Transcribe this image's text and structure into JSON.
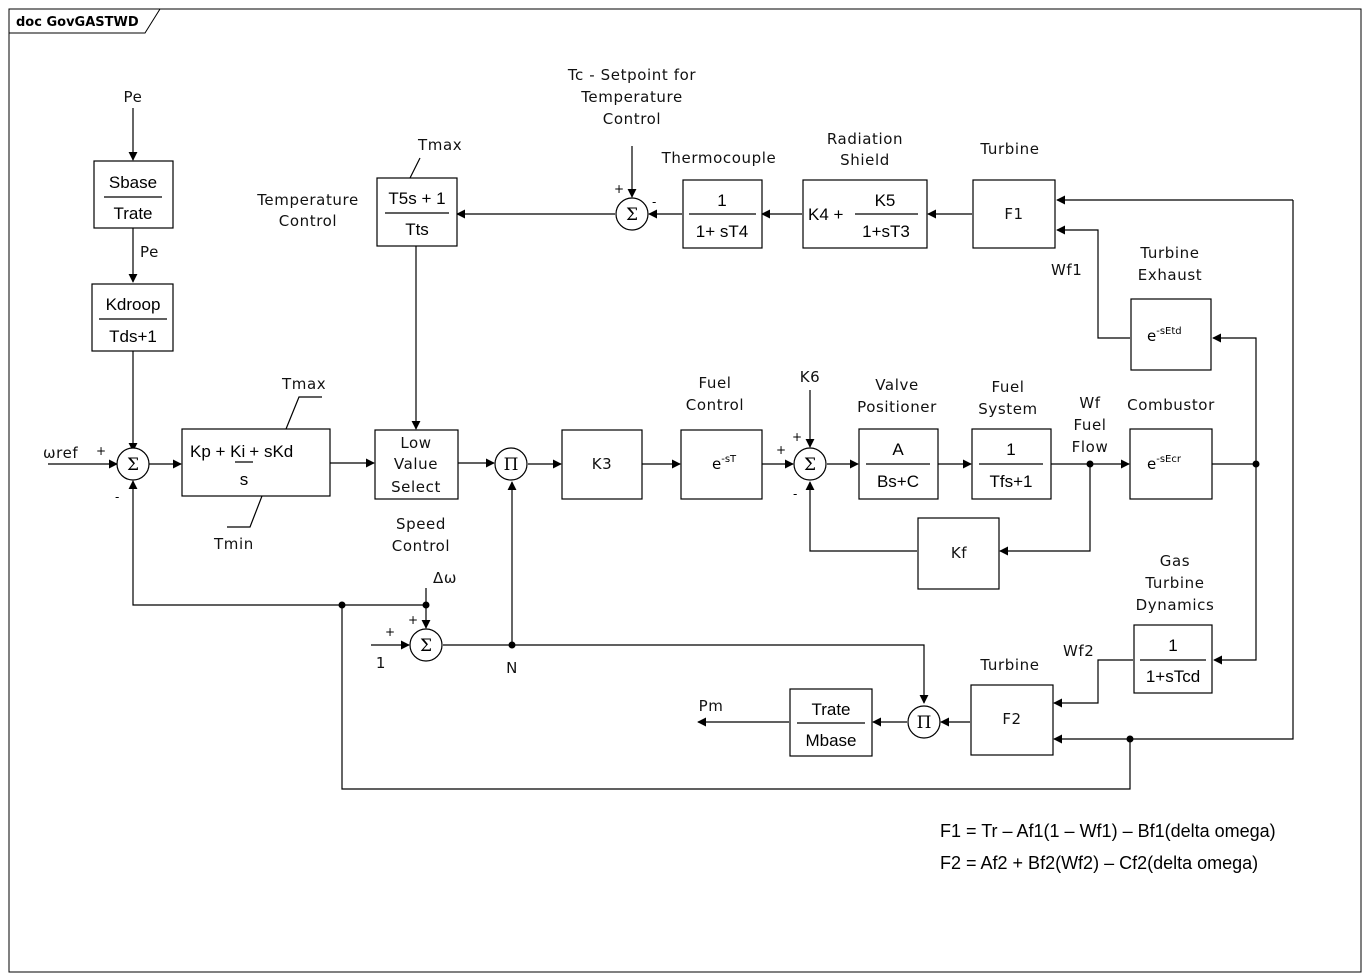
{
  "frame": {
    "title": "doc GovGASTWD"
  },
  "inputs": {
    "pe_top": "Pe",
    "pe_mid": "Pe",
    "wref": "ωref",
    "one": "1",
    "delta_omega": "Δω",
    "n": "N",
    "k6": "K6"
  },
  "outputs": {
    "pm": "Pm"
  },
  "blocks": {
    "sbase": {
      "num": "Sbase",
      "den": "Trate"
    },
    "kdroop": {
      "num": "Kdroop",
      "den": "Tds+1"
    },
    "pid": {
      "text1": "Kp + ",
      "ki": "Ki",
      "text2": "+ sKd",
      "den": "s",
      "tmax": "Tmax",
      "tmin": "Tmin"
    },
    "lvs": {
      "line1": "Low",
      "line2": "Value",
      "line3": "Select"
    },
    "tempctrl": {
      "num": "T5s + 1",
      "den": "Tts",
      "tmax": "Tmax"
    },
    "k3": {
      "text": "K3"
    },
    "fuelctrl": {
      "base": "e",
      "exp": "-sT"
    },
    "valve": {
      "num": "A",
      "den": "Bs+C"
    },
    "fuelsys": {
      "num": "1",
      "den": "Tfs+1"
    },
    "combustor": {
      "base": "e",
      "exp": "-sEcr"
    },
    "kf": {
      "text": "Kf"
    },
    "thermo": {
      "num": "1",
      "den": "1+ sT4"
    },
    "radshield": {
      "left": "K4 +",
      "num": "K5",
      "den": "1+sT3"
    },
    "f1": {
      "text": "F1"
    },
    "exhaust": {
      "base": "e",
      "exp": "-sEtd"
    },
    "gtdyn": {
      "num": "1",
      "den": "1+sTcd"
    },
    "f2": {
      "text": "F2"
    },
    "mbase": {
      "num": "Trate",
      "den": "Mbase"
    }
  },
  "labels": {
    "temp_control": [
      "Temperature",
      "Control"
    ],
    "tc_setpoint": [
      "Tc - Setpoint for",
      "Temperature",
      "Control"
    ],
    "thermocouple": "Thermocouple",
    "radiation_shield": [
      "Radiation",
      "Shield"
    ],
    "turbine_top": "Turbine",
    "turbine_exhaust": [
      "Turbine",
      "Exhaust"
    ],
    "wf1": "Wf1",
    "speed_control": [
      "Speed",
      "Control"
    ],
    "fuel_control": [
      "Fuel",
      "Control"
    ],
    "valve_positioner": [
      "Valve",
      "Positioner"
    ],
    "fuel_system": [
      "Fuel",
      "System"
    ],
    "wf_fuel_flow": [
      "Wf",
      "Fuel",
      "Flow"
    ],
    "combustor": "Combustor",
    "gas_turbine_dynamics": [
      "Gas",
      "Turbine",
      "Dynamics"
    ],
    "wf2": "Wf2",
    "turbine_bottom": "Turbine"
  },
  "symbols": {
    "sum": "Σ",
    "prod": "Π",
    "plus": "+",
    "minus": "-"
  },
  "equations": {
    "f1": "F1 = Tr – Af1(1 – Wf1) – Bf1(delta omega)",
    "f2": "F2 = Af2 + Bf2(Wf2) – Cf2(delta omega)"
  }
}
